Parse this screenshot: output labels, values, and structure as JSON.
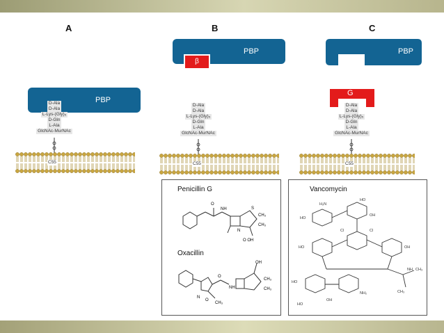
{
  "panels": {
    "a": {
      "letter": "A",
      "pbp": "PBP"
    },
    "b": {
      "letter": "B",
      "pbp": "PBP",
      "inhibitor": "β"
    },
    "c": {
      "letter": "C",
      "pbp": "PBP",
      "inhibitor": "G"
    }
  },
  "peptide": [
    "D-Ala",
    "D-Ala",
    "L-Lys-(Gly)₅",
    "D-Gln",
    "L-Ala",
    "GlcNAc-MurNAc"
  ],
  "lipid_label": "C55",
  "drugs": {
    "penicillin": "Penicillin G",
    "oxacillin": "Oxacillin",
    "vancomycin": "Vancomycin"
  },
  "colors": {
    "pbp": "#136493",
    "inhibitor": "#e31b1b",
    "membrane": "#c9a640"
  }
}
